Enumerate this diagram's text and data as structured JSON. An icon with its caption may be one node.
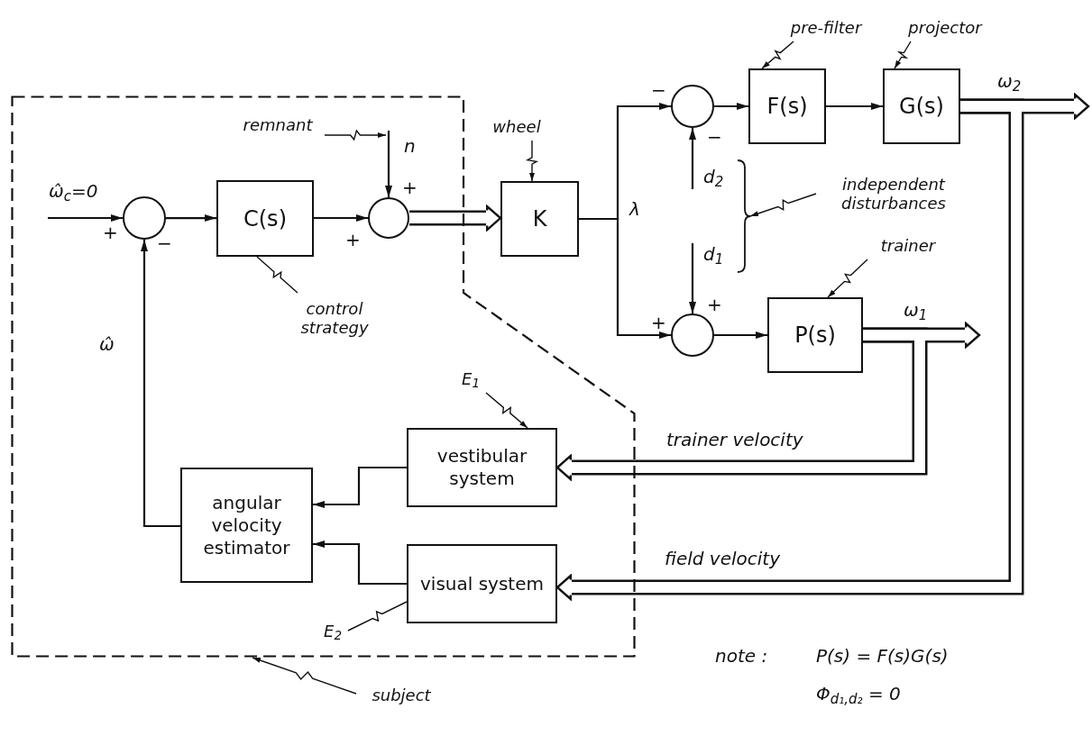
{
  "diagram": {
    "nodes": [
      {
        "text": [],
        "shape": "box"
      },
      {
        "text": [],
        "shape": "circle",
        "in": 0
      },
      {
        "text": [
          "C(s)"
        ],
        "in": 0
      },
      {
        "text": [],
        "shape": "circle",
        "in": 0
      },
      {
        "text": [
          "K"
        ]
      },
      {
        "text": [],
        "shape": "circle"
      },
      {
        "text": [
          "F(s)"
        ]
      },
      {
        "text": [
          "G(s)"
        ]
      },
      {
        "text": [],
        "shape": "circle"
      },
      {
        "text": [
          "P(s)"
        ]
      },
      {
        "text": [
          "vestibular system"
        ],
        "in": 0
      },
      {
        "text": [
          "visual system"
        ],
        "in": 0
      },
      {
        "text": [
          "angular velocity estimator"
        ],
        "in": 0
      },
      {
        "text": [
          "remnant"
        ],
        "in": 0
      },
      {
        "text": [
          "wheel"
        ]
      },
      {
        "text": [
          "control strategy"
        ],
        "in": 0
      },
      {
        "text": [
          "pre-filter"
        ]
      },
      {
        "text": [
          "projector"
        ]
      },
      {
        "text": [
          "independent disturbances"
        ]
      },
      {
        "text": [
          "trainer"
        ]
      },
      {
        "text": [
          "E$_{1}$"
        ],
        "in": 0
      },
      {
        "text": [
          "E$_{2}$"
        ],
        "in": 0
      },
      {
        "text": [
          "subject"
        ]
      }
    ],
    "edges": [
      {
        "from": null,
        "to": 1,
        "arrow": "to",
        "label": "ω̂$_{c}$=0"
      },
      {
        "from": 1,
        "to": 2,
        "arrow": "to"
      },
      {
        "from": 2,
        "to": 3,
        "arrow": "to"
      },
      {
        "from": null,
        "to": 3,
        "arrow": "to",
        "label": "n"
      },
      {
        "from": 3,
        "to": 4,
        "arrow": "to",
        "style": "thick"
      },
      {
        "from": 4,
        "to": 5,
        "arrow": "to"
      },
      {
        "from": 4,
        "to": 8,
        "arrow": "to"
      },
      {
        "from": 5,
        "to": 6,
        "arrow": "to"
      },
      {
        "from": 6,
        "to": 7,
        "arrow": "to"
      },
      {
        "from": 7,
        "to": null,
        "arrow": "to",
        "style": "thick",
        "label": "ω$_{2}$"
      },
      {
        "from": 7,
        "to": 11,
        "arrow": "to",
        "style": "thick",
        "label": "field velocity"
      },
      {
        "from": null,
        "to": 5,
        "arrow": "to",
        "label": "d$_{2}$"
      },
      {
        "from": null,
        "to": 8,
        "arrow": "to",
        "label": "d$_{1}$"
      },
      {
        "from": 8,
        "to": 9,
        "arrow": "to"
      },
      {
        "from": 9,
        "to": null,
        "arrow": "to",
        "style": "thick",
        "label": "ω$_{1}$"
      },
      {
        "from": 9,
        "to": 10,
        "arrow": "to",
        "style": "thick",
        "label": "trainer velocity"
      },
      {
        "from": 10,
        "to": 12,
        "arrow": "to"
      },
      {
        "from": 11,
        "to": 12,
        "arrow": "to"
      },
      {
        "from": 12,
        "to": 1,
        "arrow": "to",
        "label": "ω̂"
      },
      {
        "from": 13,
        "to": null,
        "arrow": "to"
      },
      {
        "from": 14,
        "to": 4,
        "arrow": "to"
      },
      {
        "from": 15,
        "to": 2,
        "arrow": "none"
      },
      {
        "from": 16,
        "to": 6,
        "arrow": "to"
      },
      {
        "from": 17,
        "to": 7,
        "arrow": "to"
      },
      {
        "from": 18,
        "to": null,
        "arrow": "to"
      },
      {
        "from": 19,
        "to": 9,
        "arrow": "to"
      },
      {
        "from": 20,
        "to": 10,
        "arrow": "to"
      },
      {
        "from": 21,
        "to": 11,
        "arrow": "none"
      },
      {
        "from": 22,
        "to": 0,
        "arrow": "to"
      }
    ],
    "labels": [
      "+",
      "−",
      "+",
      "+",
      "−",
      "−",
      "+",
      "+",
      "λ",
      "note :",
      "P(s) = F(s)G(s)",
      "Φ$_{d₁,d₂}$ = 0"
    ]
  }
}
